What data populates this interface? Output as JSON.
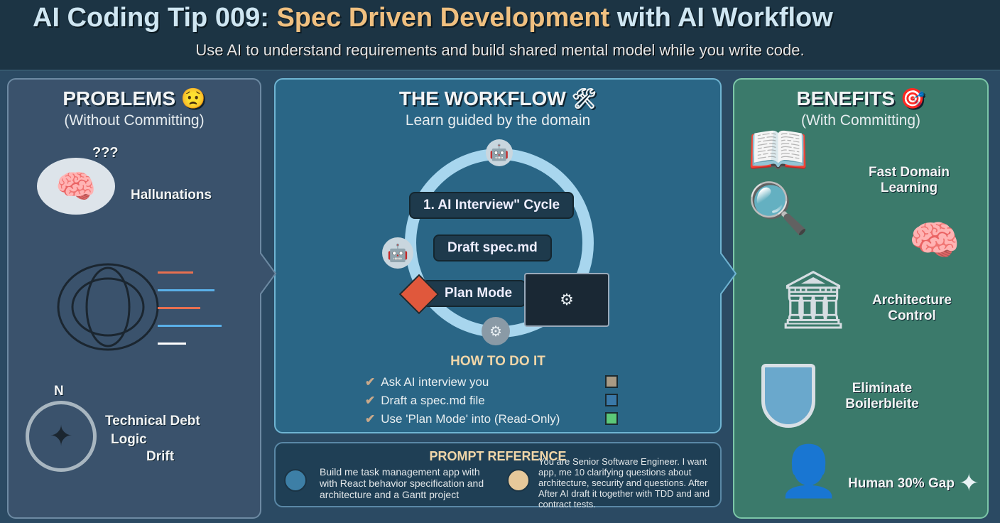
{
  "header": {
    "title_prefix": "AI Coding Tip 009: ",
    "title_highlight": "Spec Driven Development",
    "title_suffix": " with AI Workflow",
    "subtitle": "Use AI to understand requirements and build shared mental model while you write code."
  },
  "problems": {
    "title": "PROBLEMS",
    "subtitle": "(Without Committing)",
    "question_marks": "???",
    "items": [
      "Hallunations",
      "Technical Debt",
      "Logic",
      "Drift"
    ],
    "compass_north": "N"
  },
  "workflow": {
    "title": "THE WORKFLOW",
    "subtitle": "Learn guided by the domain",
    "cycle": [
      "1. AI Interview\" Cycle",
      "Draft spec.md",
      "Plan Mode"
    ],
    "how_title": "HOW TO DO IT",
    "steps": [
      "Ask AI interview you",
      "Draft a spec.md file",
      "Use 'Plan Mode' into (Read-Only)"
    ],
    "step_colors": [
      "#a89a84",
      "#3a78a8",
      "#5cc878"
    ]
  },
  "prompt": {
    "title": "PROMPT REFERENCE",
    "left": "Build me task management app with with React behavior specification and architecture and a Gantt project",
    "right": "You are Senior Software Engineer. I want app, me 10 clarifying questions about architecture, security and questions. After After AI draft it together with TDD and and contract tests."
  },
  "benefits": {
    "title": "BENEFITS",
    "subtitle": "(With Committing)",
    "items": [
      "Fast Domain Learning",
      "Architecture Control",
      "Eliminate Boilerbleite",
      "Human 30% Gap"
    ]
  }
}
